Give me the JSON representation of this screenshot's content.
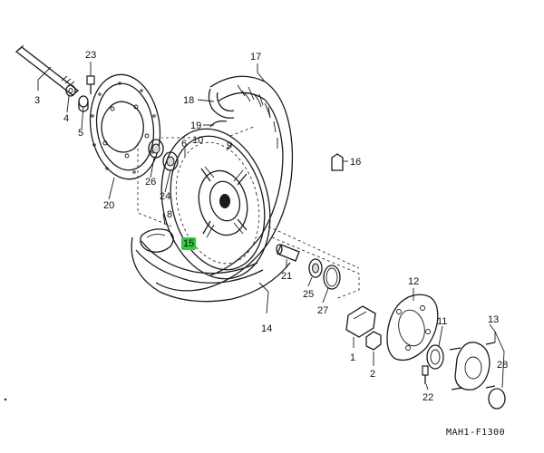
{
  "diagram": {
    "drawing_code": "MAH1-F1300",
    "callouts": [
      {
        "id": "c1",
        "label": "1"
      },
      {
        "id": "c2",
        "label": "2"
      },
      {
        "id": "c3",
        "label": "3"
      },
      {
        "id": "c4",
        "label": "4"
      },
      {
        "id": "c5",
        "label": "5"
      },
      {
        "id": "c6",
        "label": "6"
      },
      {
        "id": "c8",
        "label": "8"
      },
      {
        "id": "c9",
        "label": "9"
      },
      {
        "id": "c10",
        "label": "10"
      },
      {
        "id": "c11",
        "label": "11"
      },
      {
        "id": "c12",
        "label": "12"
      },
      {
        "id": "c13",
        "label": "13"
      },
      {
        "id": "c14",
        "label": "14"
      },
      {
        "id": "c15",
        "label": "15"
      },
      {
        "id": "c16",
        "label": "16"
      },
      {
        "id": "c17",
        "label": "17"
      },
      {
        "id": "c18",
        "label": "18"
      },
      {
        "id": "c19",
        "label": "19"
      },
      {
        "id": "c20",
        "label": "20"
      },
      {
        "id": "c21",
        "label": "21"
      },
      {
        "id": "c22",
        "label": "22"
      },
      {
        "id": "c23",
        "label": "23"
      },
      {
        "id": "c24",
        "label": "24"
      },
      {
        "id": "c25",
        "label": "25"
      },
      {
        "id": "c26",
        "label": "26"
      },
      {
        "id": "c27",
        "label": "27"
      },
      {
        "id": "c28",
        "label": "28"
      }
    ],
    "highlight_color": "#2ecc40"
  }
}
